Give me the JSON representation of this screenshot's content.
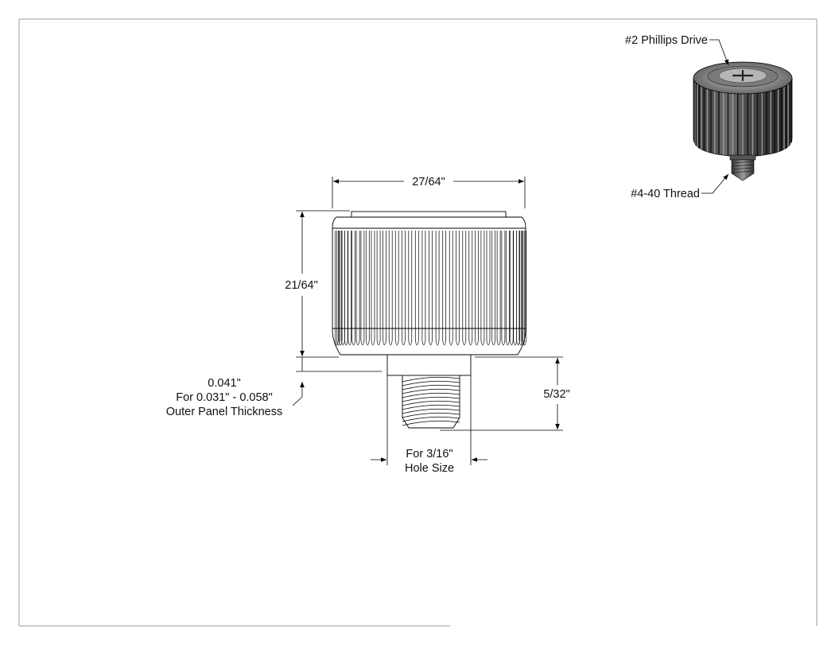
{
  "dimensions": {
    "width": "27/64\"",
    "height": "21/64\"",
    "thread_length": "5/32\"",
    "panel_line1": "0.041\"",
    "panel_line2": "For 0.031\" - 0.058\"",
    "panel_line3": "Outer Panel Thickness",
    "hole_line1": "For 3/16\"",
    "hole_line2": "Hole Size"
  },
  "callouts": {
    "drive": "#2 Phillips Drive",
    "thread": "#4-40 Thread"
  },
  "colors": {
    "line": "#000000",
    "knurl_dark": "#3a3a3a",
    "knurl_light": "#8a8a8a"
  }
}
